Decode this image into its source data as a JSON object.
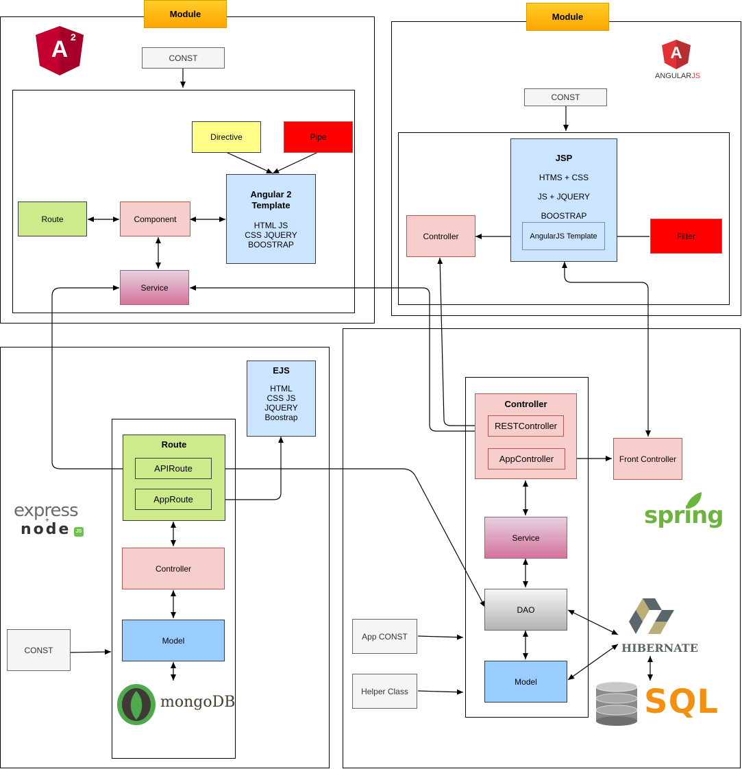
{
  "colors": {
    "module_tab": "#ffc000",
    "pink": "#f8cecc",
    "green": "#cdeb8b",
    "blue": "#cce5ff",
    "yellow": "#ffff88",
    "red": "#ff0000",
    "magenta_gradient_end": "#d5739d",
    "model_blue": "#99ccff",
    "angular_red": "#c3002f",
    "spring_green": "#6db33f",
    "sql_orange": "#f29111",
    "mongo_green": "#4fa94d"
  },
  "modules": {
    "left_label": "Module",
    "right_label": "Module"
  },
  "angular2": {
    "logo_text": "A",
    "logo_sup": "2",
    "const": "CONST",
    "directive": "Directive",
    "pipe": "Pipe",
    "route": "Route",
    "component": "Component",
    "template_title": "Angular 2 Template",
    "template_lines": [
      "HTML JS",
      "CSS JQUERY",
      "BOOSTRAP"
    ],
    "service": "Service"
  },
  "angularjs": {
    "logo_text": "A",
    "logo_label_a": "ANGULAR",
    "logo_label_b": "JS",
    "const": "CONST",
    "jsp_title": "JSP",
    "jsp_lines": [
      "HTMS + CSS",
      "JS + JQUERY",
      "BOOSTRAP"
    ],
    "angularjs_template": "AngularJS Template",
    "controller": "Controller",
    "filter": "Filter"
  },
  "express": {
    "logo_express": "express",
    "logo_plus": "+",
    "logo_node": "node",
    "logo_js": "JS",
    "ejs_title": "EJS",
    "ejs_lines": [
      "HTML",
      "CSS JS",
      "JQUERY",
      "Boostrap"
    ],
    "route_title": "Route",
    "api_route": "APIRoute",
    "app_route": "AppRoute",
    "controller": "Controller",
    "model": "Model",
    "const": "CONST",
    "mongo_label": "mongoDB"
  },
  "spring": {
    "controller_title": "Controller",
    "rest_controller": "RESTController",
    "app_controller": "AppController",
    "front_controller": "Front Controller",
    "service": "Service",
    "dao": "DAO",
    "model": "Model",
    "app_const": "App CONST",
    "helper_class": "Helper Class",
    "spring_label": "spring",
    "hibernate_label": "HIBERNATE",
    "sql_label": "SQL"
  }
}
